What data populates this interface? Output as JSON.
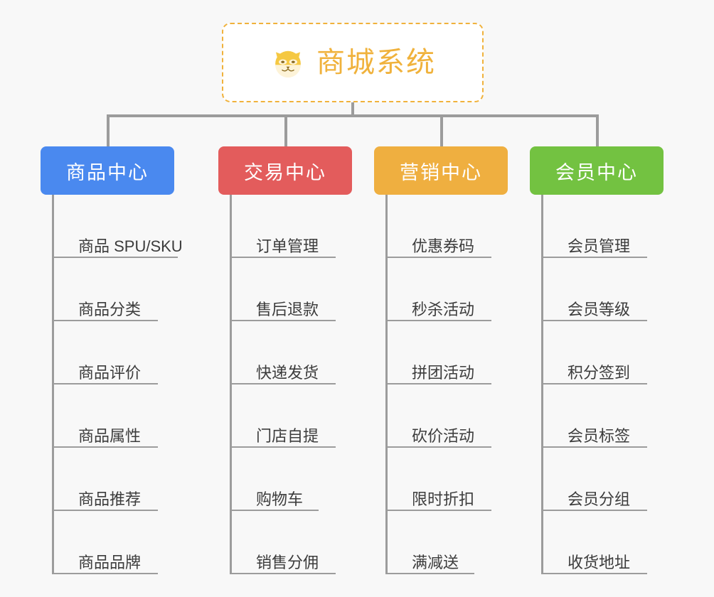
{
  "root": {
    "title": "商城系统",
    "icon": "shiba-dog-face-emoji",
    "border_color": "#f0b23c",
    "text_color": "#f0b23c"
  },
  "canvas": {
    "background": "#f8f8f8",
    "connector_color": "#9c9c9c"
  },
  "columns": [
    {
      "header": "商品中心",
      "color": "#4a89ef",
      "items": [
        "商品 SPU/SKU",
        "商品分类",
        "商品评价",
        "商品属性",
        "商品推荐",
        "商品品牌"
      ]
    },
    {
      "header": "交易中心",
      "color": "#e35c5c",
      "items": [
        "订单管理",
        "售后退款",
        "快递发货",
        "门店自提",
        "购物车",
        "销售分佣"
      ]
    },
    {
      "header": "营销中心",
      "color": "#efaf40",
      "items": [
        "优惠券码",
        "秒杀活动",
        "拼团活动",
        "砍价活动",
        "限时折扣",
        "满减送"
      ]
    },
    {
      "header": "会员中心",
      "color": "#73c241",
      "items": [
        "会员管理",
        "会员等级",
        "积分签到",
        "会员标签",
        "会员分组",
        "收货地址"
      ]
    }
  ]
}
